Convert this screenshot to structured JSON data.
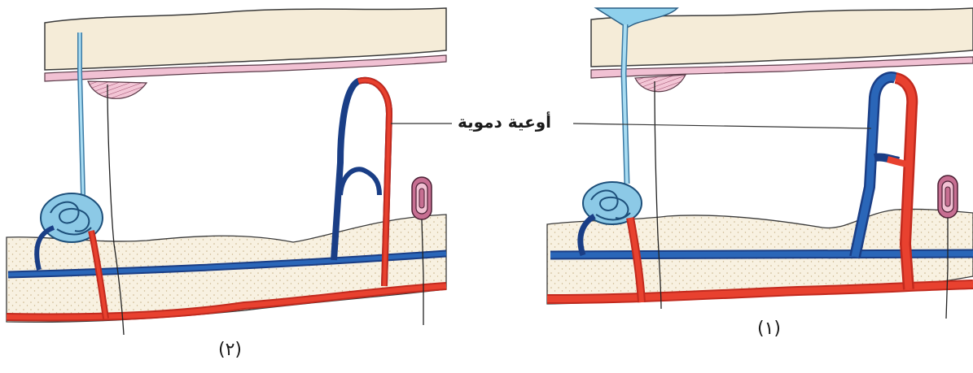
{
  "labels": {
    "vessel_label": "أوعية دموية",
    "panel_left": "(٢)",
    "panel_right": "(١)"
  },
  "colors": {
    "epidermis": "#f5eddb",
    "basal_layer": "#f2c3d4",
    "dermis_dots": "#f7f0e0",
    "artery": "#e53a2a",
    "vein": "#1f5ea8",
    "gland": "#8fd0ec",
    "receptor": "#b9567e"
  },
  "icons": [
    "sweat-gland-icon",
    "pacinian-corpuscle-icon",
    "nerve-ending-icon"
  ]
}
